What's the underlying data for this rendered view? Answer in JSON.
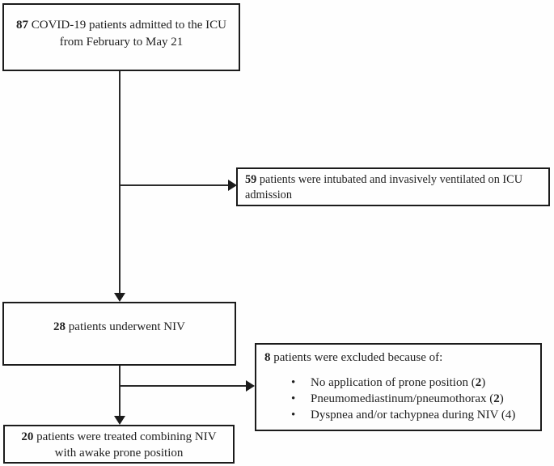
{
  "diagram": {
    "title": "COVID-19 ICU patient flow diagram",
    "colors": {
      "background": "#fefefe",
      "border": "#1b1b1b",
      "text": "#1f1f1f",
      "connector": "#2b2b2b"
    },
    "boxes": {
      "admitted": {
        "lines": [
          {
            "bold": "87",
            "text": " COVID-19 patients admitted to the ICU"
          },
          {
            "bold": "",
            "text": "from February to May 21"
          }
        ]
      },
      "intubated": {
        "lines": [
          {
            "bold": "59",
            "text": " patients were intubated and invasively ventilated on ICU"
          },
          {
            "bold": "",
            "text": "admission"
          }
        ]
      },
      "niv": {
        "lines": [
          {
            "bold": "28",
            "text": " patients underwent NIV"
          }
        ]
      },
      "excluded": {
        "title": {
          "bold": "8",
          "text": " patients were excluded because of:"
        },
        "bullet_glyph": "•",
        "bullets": [
          {
            "prefix": "No application of prone position (",
            "bold": "2",
            "suffix": ")"
          },
          {
            "prefix": "Pneumomediastinum/pneumothorax (",
            "bold": "2",
            "suffix": ")"
          },
          {
            "prefix": "Dyspnea and/or tachypnea during NIV (4)",
            "bold": "",
            "suffix": ""
          }
        ]
      },
      "prone": {
        "lines": [
          {
            "bold": "20",
            "text": " patients were treated combining NIV"
          },
          {
            "bold": "",
            "text": "with awake prone position"
          }
        ]
      }
    }
  }
}
